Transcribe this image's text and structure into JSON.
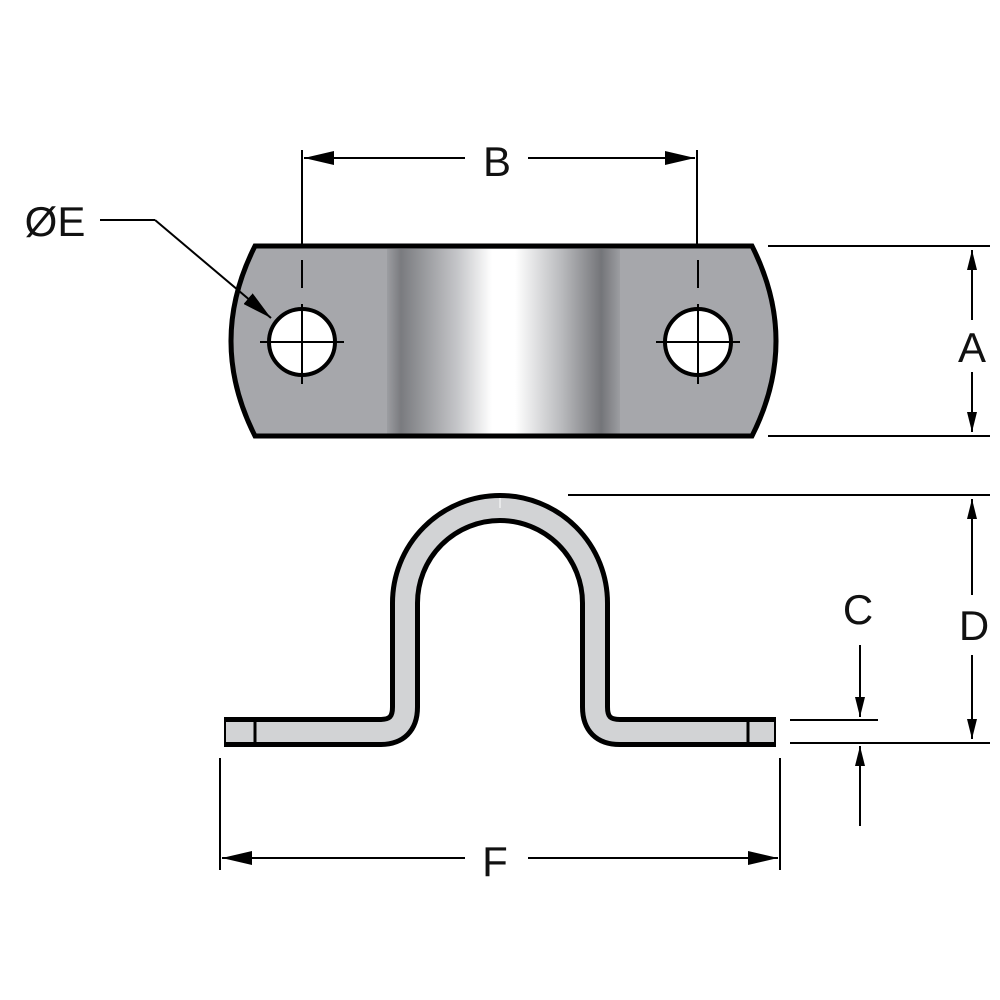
{
  "diagram": {
    "labels": {
      "A": "A",
      "B": "B",
      "C": "C",
      "D": "D",
      "E": "ØE",
      "F": "F"
    },
    "colors": {
      "plate": "#a6a7ab",
      "profile": "#d2d3d5",
      "outline": "#000000"
    }
  }
}
